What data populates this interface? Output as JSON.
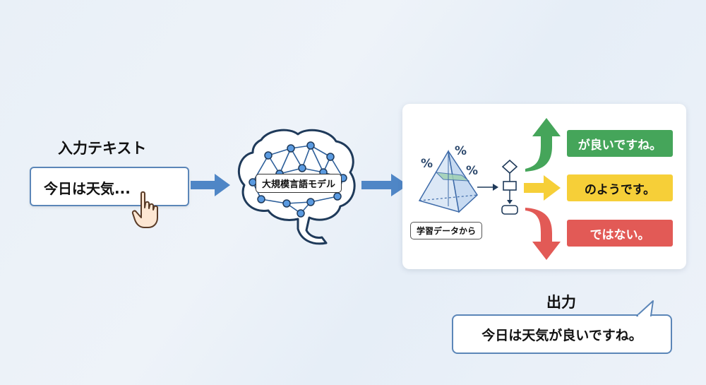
{
  "input": {
    "label": "入力テキスト",
    "text": "今日は天気..."
  },
  "model": {
    "label": "大規模言語モデル"
  },
  "panel": {
    "training_label": "学習データから",
    "percent_symbol": "%",
    "results": [
      {
        "text": "が良いですね。",
        "color": "#45a55a"
      },
      {
        "text": "のようです。",
        "color": "#f6cf38"
      },
      {
        "text": "ではない。",
        "color": "#e25a56"
      }
    ]
  },
  "output": {
    "label": "出力",
    "text": "今日は天気が良いですね。"
  },
  "colors": {
    "arrow_blue": "#4f86c6",
    "box_border": "#5b86b8",
    "node_blue": "#4a90d9"
  }
}
